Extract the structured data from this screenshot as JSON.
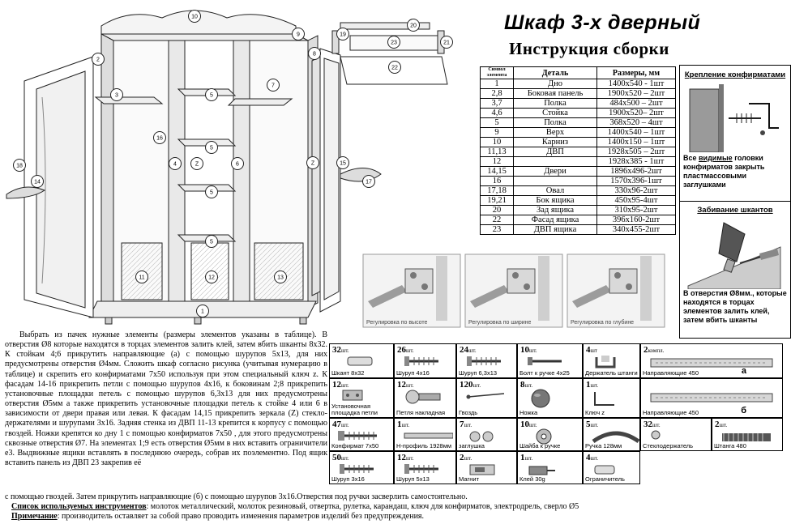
{
  "header": {
    "title": "Шкаф 3-х дверный",
    "subtitle": "Инструкция сборки"
  },
  "parts_table": {
    "columns": [
      "Символ элемента",
      "Деталь",
      "Размеры, мм"
    ],
    "rows": [
      {
        "sym": "1",
        "part": "Дно",
        "size": "1400х540 - 1шт"
      },
      {
        "sym": "2,8",
        "part": "Боковая панель",
        "size": "1900х520 – 2шт"
      },
      {
        "sym": "3,7",
        "part": "Полка",
        "size": "484х500 – 2шт"
      },
      {
        "sym": "4,6",
        "part": "Стойка",
        "size": "1900х520– 2шт"
      },
      {
        "sym": "5",
        "part": "Полка",
        "size": "368х520 – 4шт"
      },
      {
        "sym": "9",
        "part": "Верх",
        "size": "1400х540 – 1шт"
      },
      {
        "sym": "10",
        "part": "Карниз",
        "size": "1400х150 – 1шт"
      },
      {
        "sym": "11,13",
        "part": "ДВП",
        "size": "1928х505 – 2шт"
      },
      {
        "sym": "12",
        "part": "",
        "size": "1928х385 - 1шт"
      },
      {
        "sym": "14,15",
        "part": "Двери",
        "size": "1896х496-2шт"
      },
      {
        "sym": "16",
        "part": "",
        "size": "1570х396-1шт"
      },
      {
        "sym": "17,18",
        "part": "Овал",
        "size": "330х96-2шт"
      },
      {
        "sym": "19,21",
        "part": "Бок ящика",
        "size": "450х95-4шт"
      },
      {
        "sym": "20",
        "part": "Зад ящика",
        "size": "310х95-2шт"
      },
      {
        "sym": "22",
        "part": "Фасад ящика",
        "size": "396х160-2шт"
      },
      {
        "sym": "23",
        "part": "ДВП ящика",
        "size": "340х455-2шт"
      }
    ]
  },
  "panels": {
    "confirmat_title": "Крепление конфирматами",
    "confirmat_text_1": "Все ",
    "confirmat_text_2": "видимые",
    "confirmat_text_3": " головки конфирматов закрыть пластмассовыми заглушками",
    "dowels_title": "Забивание шкантов",
    "dowels_text": "В отверстия Ø8мм., которые находятся в торцах элементов залить клей, затем вбить шканты"
  },
  "hinge_captions": [
    "Регулировка по высоте",
    "Регулировка по ширине",
    "Регулировка по глубине"
  ],
  "diagram_labels": [
    "1",
    "2",
    "3",
    "4",
    "5",
    "5",
    "5",
    "5",
    "6",
    "7",
    "8",
    "9",
    "10",
    "11",
    "12",
    "13",
    "14",
    "15",
    "16",
    "17",
    "18",
    "19",
    "20",
    "21",
    "22",
    "23",
    "Z",
    "Z"
  ],
  "instructions": "Выбрать из пачек нужные элементы (размеры элементов указаны в таблице). В отверстия Ø8 которые находятся в торцах элементов залить клей, затем вбить шканты 8х32. К стойкам 4;6 прикрутить направляющие (а) с помощью шурупов 5х13, для них предусмотрены отверстия Ø4мм. Сложить шкаф согласно рисунка (учитывая нумерацию в таблице) и скрепить его конфирматами 7х50 используя при этом специальный ключ z. К фасадам 14-16 прикрепить петли с помощью шурупов 4х16, к боковинам 2;8 прикрепить установочные площадки петель с помощью шурупов 6,3х13 для них предусмотрены отверстия Ø5мм а также прикрепить установочные площадки петель к стойке 4 или 6 в зависимости от двери правая или левая. К фасадам 14,15 прикрепить зеркала (Z) стекло-держателями и шурупами 3х16. Задняя стенка из ДВП 11-13 крепится к корпусу с помощью гвоздей. Ножки крепятся ко дну 1 с помощью конфирматов 7х50 , для этого предусмотрены сквозные отверстия Ø7. На элементах 1;9 есть отверстия Ø5мм в них вставить ограничители е3. Выдвижные ящики вставлять в последнюю очередь, собрав их поэлементно. Под ящик вставить панель из ДВП 23 закрепив её",
  "instructions_tail": "с помощью гвоздей. Затем прикрутить направляющие (б) с помощью шурупов 3х16.Отверстия под ручки засверлить самостоятельно.",
  "tools_label": "Список используемых  инструментов",
  "tools_text": ": молоток металлический, молоток резиновый, отвертка, рулетка, карандаш, ключ для конфирматов, электродрель, сверло  Ø5",
  "note_label": "Примечание",
  "note_text": ": производитель оставляет за собой право проводить изменения параметров изделий без предупреждения.",
  "hardware": [
    {
      "qty": "32",
      "unit": "шт.",
      "name": "Шкант 8х32",
      "icon": "dowel-icon"
    },
    {
      "qty": "26",
      "unit": "шт.",
      "name": "Шуруп 4х16",
      "icon": "screw-icon"
    },
    {
      "qty": "24",
      "unit": "шт.",
      "name": "Шуруп 6,3х13",
      "icon": "screw-icon"
    },
    {
      "qty": "10",
      "unit": "шт.",
      "name": "Болт к ручке 4х25",
      "icon": "bolt-icon"
    },
    {
      "qty": "4",
      "unit": "шт",
      "name": "Держатель штанги",
      "icon": "rod-holder-icon"
    },
    {
      "qty": "2",
      "unit": "компл.",
      "name": "Направляющие 450",
      "icon": "rail-icon",
      "tag": "а"
    },
    {
      "qty": "12",
      "unit": "шт.",
      "name": "Установочная площадка петли",
      "icon": "hinge-plate-icon"
    },
    {
      "qty": "12",
      "unit": "шт.",
      "name": "Петля накладная",
      "icon": "hinge-icon"
    },
    {
      "qty": "120",
      "unit": "шт.",
      "name": "Гвоздь",
      "icon": "nail-icon"
    },
    {
      "qty": "8",
      "unit": "шт.",
      "name": "Ножка",
      "icon": "leg-icon"
    },
    {
      "qty": "1",
      "unit": "шт.",
      "name": "Ключ z",
      "icon": "hex-key-icon"
    },
    {
      "qty": "",
      "unit": "",
      "name": "Направляющие 450",
      "icon": "rail-icon",
      "tag": "б"
    },
    {
      "qty": "47",
      "unit": "шт.",
      "name": "Конфирмат 7х50",
      "icon": "confirmat-icon"
    },
    {
      "qty": "1",
      "unit": "шт.",
      "name": "Н-профиль 1928мм",
      "icon": "profile-icon"
    },
    {
      "qty": "7",
      "unit": "шт.",
      "name": "заглушка",
      "icon": "cap-icon"
    },
    {
      "qty": "10",
      "unit": "шт.",
      "name": "Шайба к ручке",
      "icon": "washer-icon"
    },
    {
      "qty": "5",
      "unit": "шт.",
      "name": "Ручка 128мм",
      "icon": "handle-icon"
    },
    {
      "qty": "32",
      "unit": "шт.",
      "name": "Стеклодержатель",
      "icon": "glass-holder-icon"
    },
    {
      "qty": "2",
      "unit": "шт.",
      "name": "Штанга 480",
      "icon": "rod-icon"
    },
    {
      "qty": "50",
      "unit": "шт.",
      "name": "Шуруп 3х16",
      "icon": "screw-icon"
    },
    {
      "qty": "12",
      "unit": "шт.",
      "name": "Шуруп 5х13",
      "icon": "screw-icon"
    },
    {
      "qty": "2",
      "unit": "шт.",
      "name": "Магнит",
      "icon": "magnet-icon"
    },
    {
      "qty": "1",
      "unit": "шт.",
      "name": "Клей 30g",
      "icon": "glue-icon"
    },
    {
      "qty": "4",
      "unit": "шт.",
      "name": "Ограничитель",
      "icon": "stopper-icon"
    }
  ]
}
